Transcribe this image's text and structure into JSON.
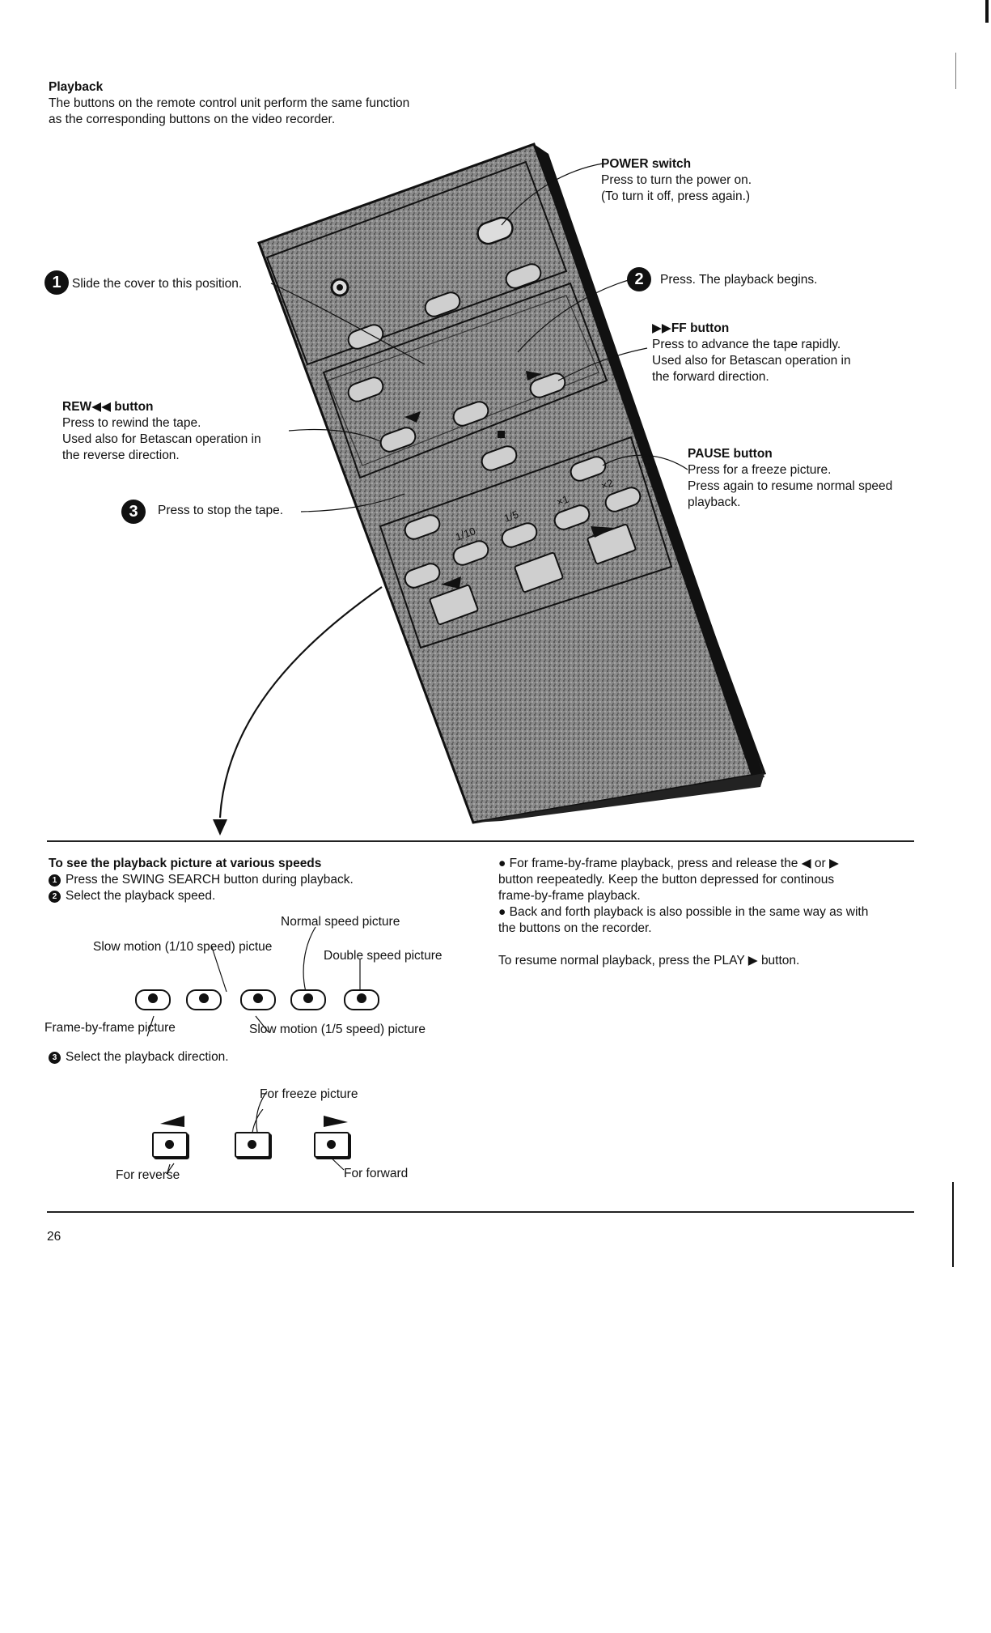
{
  "header": {
    "title": "Playback",
    "intro_1": "The buttons on the remote control unit perform the same function",
    "intro_2": "as the corresponding buttons on the video recorder."
  },
  "callouts": {
    "power_title": "POWER switch",
    "power_1": "Press to turn the power on.",
    "power_2": "(To turn it off, press again.)",
    "step1_num": "1",
    "step1_text": "Slide the cover to this position.",
    "step2_num": "2",
    "step2_text": "Press. The playback begins.",
    "ff_title": "▶▶FF button",
    "ff_1": "Press to advance the tape rapidly.",
    "ff_2": "Used also for Betascan operation in",
    "ff_3": "the forward direction.",
    "rew_title": "REW◀◀ button",
    "rew_1": "Press to rewind the tape.",
    "rew_2": "Used also for Betascan operation in",
    "rew_3": "the reverse direction.",
    "pause_title": "PAUSE button",
    "pause_1": "Press for a freeze picture.",
    "pause_2": "Press again to resume normal speed",
    "pause_3": "playback.",
    "step3_num": "3",
    "step3_text": "Press to stop the tape."
  },
  "remote": {
    "label_1_10": "1/10",
    "label_1_5": "1/5",
    "label_x1": "×1",
    "label_x2": "×2"
  },
  "speeds": {
    "heading": "To see the playback picture at various speeds",
    "step1_num": "1",
    "step1": "Press the SWING SEARCH button during playback.",
    "step2_num": "2",
    "step2": "Select the playback speed.",
    "normal": "Normal speed picture",
    "slow10": "Slow motion (1/10 speed) pictue",
    "double": "Double speed picture",
    "frame": "Frame-by-frame picture",
    "slow5": "Slow motion (1/5 speed) picture",
    "step3_num": "3",
    "step3": "Select the playback direction.",
    "freeze": "For freeze picture",
    "reverse": "For reverse",
    "forward": "For forward"
  },
  "notes": {
    "frame_1": "● For frame-by-frame playback, press and release the ◀ or ▶",
    "frame_2": "button reepeatedly. Keep the button depressed for continous",
    "frame_3": "frame-by-frame playback.",
    "back_1": "● Back and forth playback is also possible in the same way as with",
    "back_2": "the buttons on the recorder.",
    "resume": "To resume normal playback, press the PLAY ▶ button."
  },
  "footer": {
    "page_number": "26"
  }
}
